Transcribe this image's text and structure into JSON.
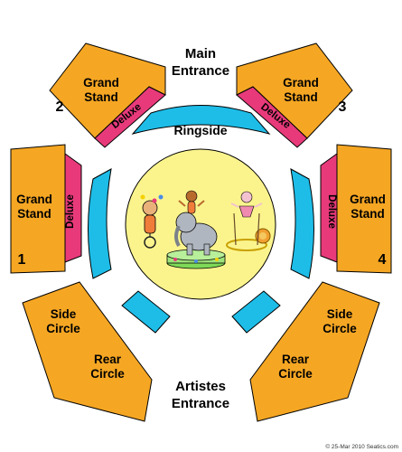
{
  "colors": {
    "orange": "#f5a623",
    "deluxe_pink": "#e83a7a",
    "blue": "#1ebde8",
    "ring_center": "#fbf48d",
    "outline": "#000000"
  },
  "entrances": {
    "main": [
      "Main",
      "Entrance"
    ],
    "artistes": [
      "Artistes",
      "Entrance"
    ]
  },
  "sections": {
    "gs2": {
      "lines": [
        "Grand",
        "Stand"
      ],
      "number": "2",
      "deluxe": "Deluxe"
    },
    "gs3": {
      "lines": [
        "Grand",
        "Stand"
      ],
      "number": "3",
      "deluxe": "Deluxe"
    },
    "gs1": {
      "lines": [
        "Grand",
        "Stand"
      ],
      "number": "1",
      "deluxe": "Deluxe"
    },
    "gs4": {
      "lines": [
        "Grand",
        "Stand"
      ],
      "number": "4",
      "deluxe": "Deluxe"
    },
    "sc_left": {
      "side": [
        "Side",
        "Circle"
      ],
      "rear": [
        "Rear",
        "Circle"
      ]
    },
    "sc_right": {
      "side": [
        "Side",
        "Circle"
      ],
      "rear": [
        "Rear",
        "Circle"
      ]
    }
  },
  "ringside": {
    "label": "Ringside"
  },
  "ring": {
    "icon": "circus-performers-illustration"
  },
  "credit": "© 25-Mar 2010 Seatics.com"
}
